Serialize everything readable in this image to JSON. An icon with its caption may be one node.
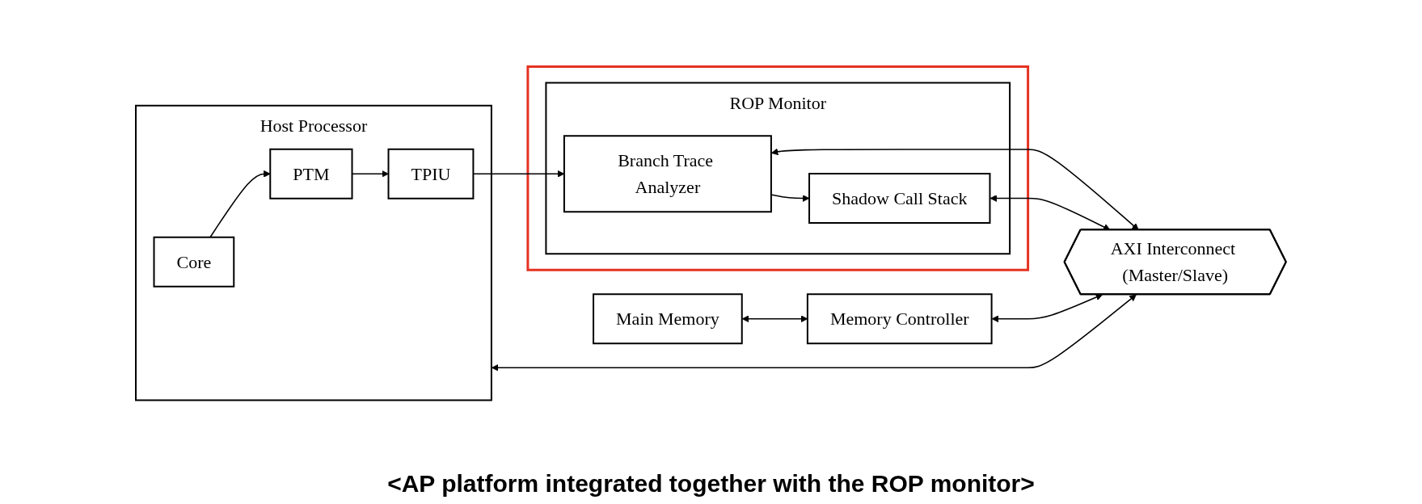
{
  "diagram": {
    "caption": "<AP platform integrated together with the ROP monitor>",
    "nodes": [
      {
        "text": [
          "Host Processor"
        ]
      },
      {
        "text": [
          "Core"
        ],
        "in": 0
      },
      {
        "text": [
          "PTM"
        ],
        "in": 0
      },
      {
        "text": [
          "TPIU"
        ],
        "in": 0
      },
      {
        "text": [],
        "shape": "box"
      },
      {
        "text": [
          "ROP Monitor"
        ],
        "in": 4
      },
      {
        "text": [
          "Branch Trace Analyzer"
        ],
        "in": 5
      },
      {
        "text": [
          "Shadow Call Stack"
        ],
        "in": 5
      },
      {
        "text": [
          "Main Memory"
        ]
      },
      {
        "text": [
          "Memory Controller"
        ]
      },
      {
        "text": [
          "AXI Interconnect (Master/Slave)"
        ]
      }
    ],
    "edges": [
      {
        "from": 1,
        "to": 2,
        "arrow": "to"
      },
      {
        "from": 2,
        "to": 3,
        "arrow": "to"
      },
      {
        "from": 3,
        "to": 6,
        "arrow": "to"
      },
      {
        "from": 6,
        "to": 7,
        "arrow": "to"
      },
      {
        "from": 8,
        "to": 9,
        "arrow": "both"
      },
      {
        "from": 0,
        "to": 10,
        "arrow": "both"
      },
      {
        "from": 6,
        "to": 10,
        "arrow": "both"
      },
      {
        "from": 7,
        "to": 10,
        "arrow": "both"
      },
      {
        "from": 9,
        "to": 10,
        "arrow": "both"
      }
    ]
  }
}
